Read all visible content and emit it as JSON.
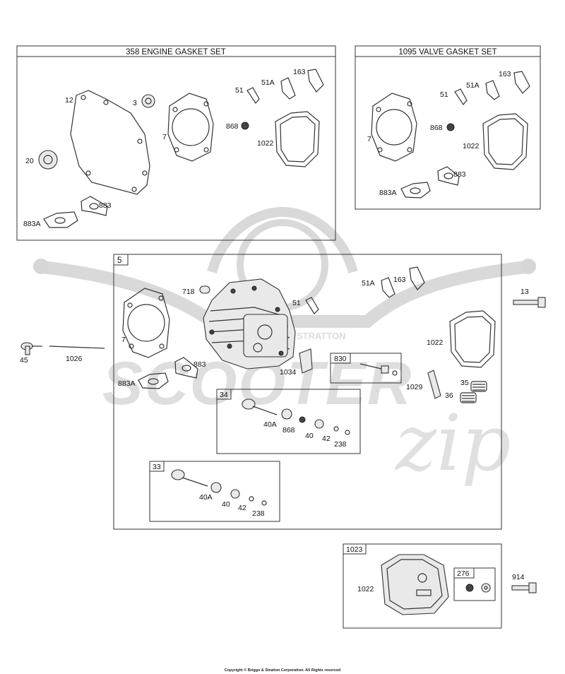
{
  "panels": {
    "engine_gasket_set": {
      "title": "358 ENGINE GASKET SET",
      "labels": {
        "p12": "12",
        "p3": "3",
        "p7": "7",
        "p20": "20",
        "p883": "883",
        "p883a": "883A",
        "p51": "51",
        "p51a": "51A",
        "p163": "163",
        "p868": "868",
        "p1022": "1022"
      }
    },
    "valve_gasket_set": {
      "title": "1095 VALVE GASKET SET",
      "labels": {
        "p163": "163",
        "p51a": "51A",
        "p51": "51",
        "p868": "868",
        "p7": "7",
        "p1022": "1022",
        "p883": "883",
        "p883a": "883A"
      }
    },
    "cylinder_head": {
      "title": "5",
      "labels": {
        "p718": "718",
        "p51a": "51A",
        "p163": "163",
        "p51": "51",
        "p7": "7",
        "p1022": "1022",
        "p883": "883",
        "p883a": "883A",
        "p1034": "1034",
        "p1029": "1029",
        "p35": "35",
        "p36": "36"
      },
      "subbox_830": {
        "title": "830"
      },
      "subbox_34": {
        "title": "34",
        "labels": {
          "p40a": "40A",
          "p868": "868",
          "p40": "40",
          "p42": "42",
          "p238": "238"
        }
      },
      "subbox_33": {
        "title": "33",
        "labels": {
          "p40a": "40A",
          "p40": "40",
          "p42": "42",
          "p238": "238"
        }
      }
    },
    "valve_cover": {
      "title": "1023",
      "labels": {
        "p1022": "1022"
      },
      "subbox_276": {
        "title": "276"
      }
    }
  },
  "outside_labels": {
    "p45": "45",
    "p1026": "1026",
    "p13": "13",
    "p914": "914"
  },
  "watermark": {
    "brand": "SCOOTER",
    "script": "zip",
    "small": "STRATTON"
  },
  "footer": {
    "copyright": "Copyright © Briggs & Stratton Corporation. All Rights reserved"
  }
}
